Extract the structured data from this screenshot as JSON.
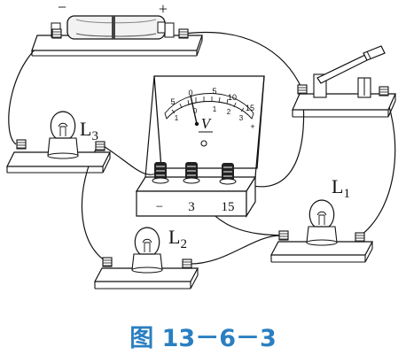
{
  "battery": {
    "minus": "−",
    "plus": "+"
  },
  "lamps": {
    "L1": {
      "letter": "L",
      "sub": "1"
    },
    "L2": {
      "letter": "L",
      "sub": "2"
    },
    "L3": {
      "letter": "L",
      "sub": "3"
    }
  },
  "voltmeter": {
    "symbol": "V",
    "upper_scale": [
      "5",
      "0",
      "5",
      "10",
      "15"
    ],
    "lower_scale": [
      "1",
      "0",
      "1",
      "2",
      "3"
    ],
    "dial_plus": "+",
    "terminals": [
      "−",
      "3",
      "15"
    ]
  },
  "caption": "图 13－6－3"
}
